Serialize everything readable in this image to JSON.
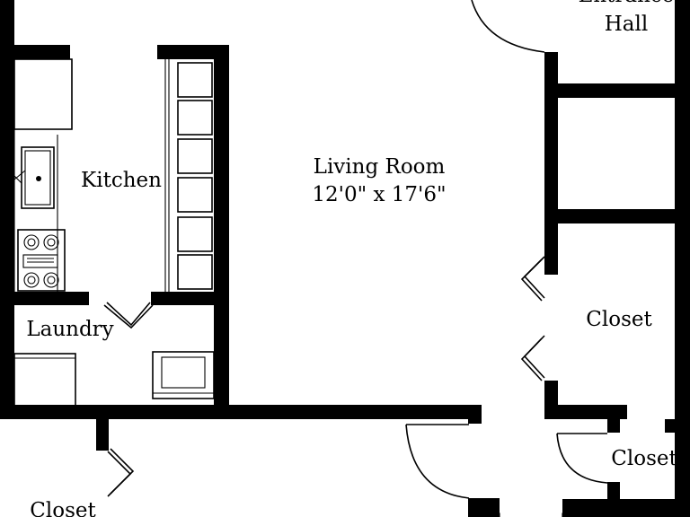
{
  "rooms": {
    "entrance_hall": {
      "line1": "Entrance",
      "line2": "Hall"
    },
    "kitchen": "Kitchen",
    "living_room": {
      "name": "Living Room",
      "dimensions": "12'0\" x 17'6\""
    },
    "laundry": "Laundry",
    "closet_right": "Closet",
    "closet_small": "Closet",
    "closet_bottom_left": "Closet"
  },
  "colors": {
    "wall": "#000000",
    "background": "#ffffff"
  }
}
